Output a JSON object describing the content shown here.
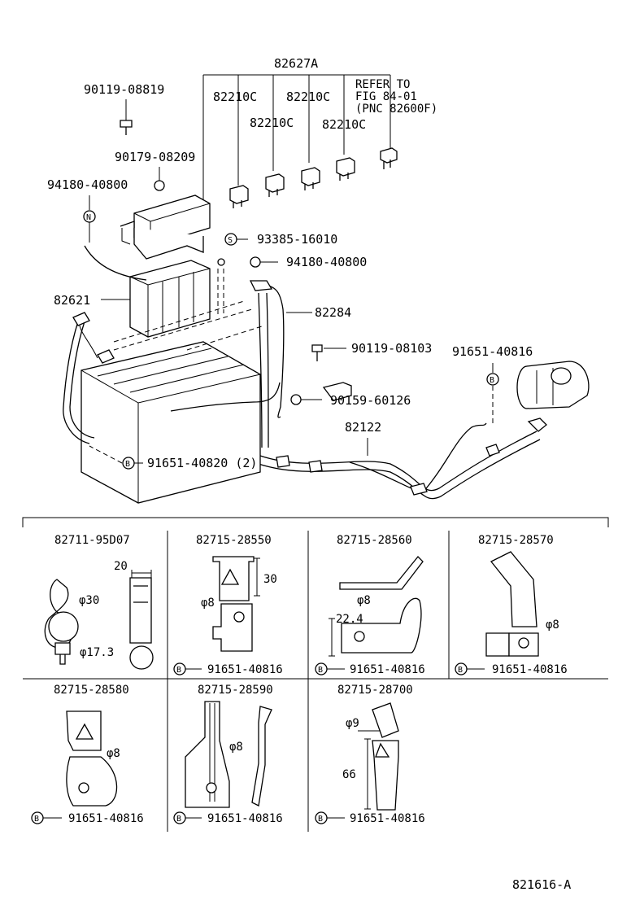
{
  "main": {
    "relay_block": "82627A",
    "refer_note": [
      "REFER TO",
      "FIG 84-01",
      "(PNC 82600F)"
    ],
    "fuses": [
      "82210C",
      "82210C",
      "82210C",
      "82210C"
    ],
    "bolt_top": "90119-08819",
    "nut_top": "90179-08209",
    "clamp_n": "94180-40800",
    "fuse_block": "82621",
    "screw_s": "93385-16010",
    "nut_right": "94180-40800",
    "cable_82284": "82284",
    "bolt_mid": "90119-08103",
    "clamp_b_right": "91651-40816",
    "bolt_lower": "90159-60126",
    "wire_harness": "82122",
    "clamp_b_bottom": "91651-40820 (2)",
    "symbol_n": "N",
    "symbol_s": "S",
    "symbol_b": "B"
  },
  "details": {
    "clamp_part": "91651-40816",
    "panels": [
      {
        "title": "82711-95D07",
        "dims": [
          "20",
          "φ30",
          "φ17.3"
        ]
      },
      {
        "title": "82715-28550",
        "dims": [
          "30",
          "φ8"
        ]
      },
      {
        "title": "82715-28560",
        "dims": [
          "22.4",
          "φ8"
        ]
      },
      {
        "title": "82715-28570",
        "dims": [
          "φ8"
        ]
      },
      {
        "title": "82715-28580",
        "dims": [
          "φ8"
        ]
      },
      {
        "title": "82715-28590",
        "dims": [
          "φ8"
        ]
      },
      {
        "title": "82715-28700",
        "dims": [
          "φ9",
          "66"
        ]
      }
    ]
  },
  "figure_id": "821616-A"
}
